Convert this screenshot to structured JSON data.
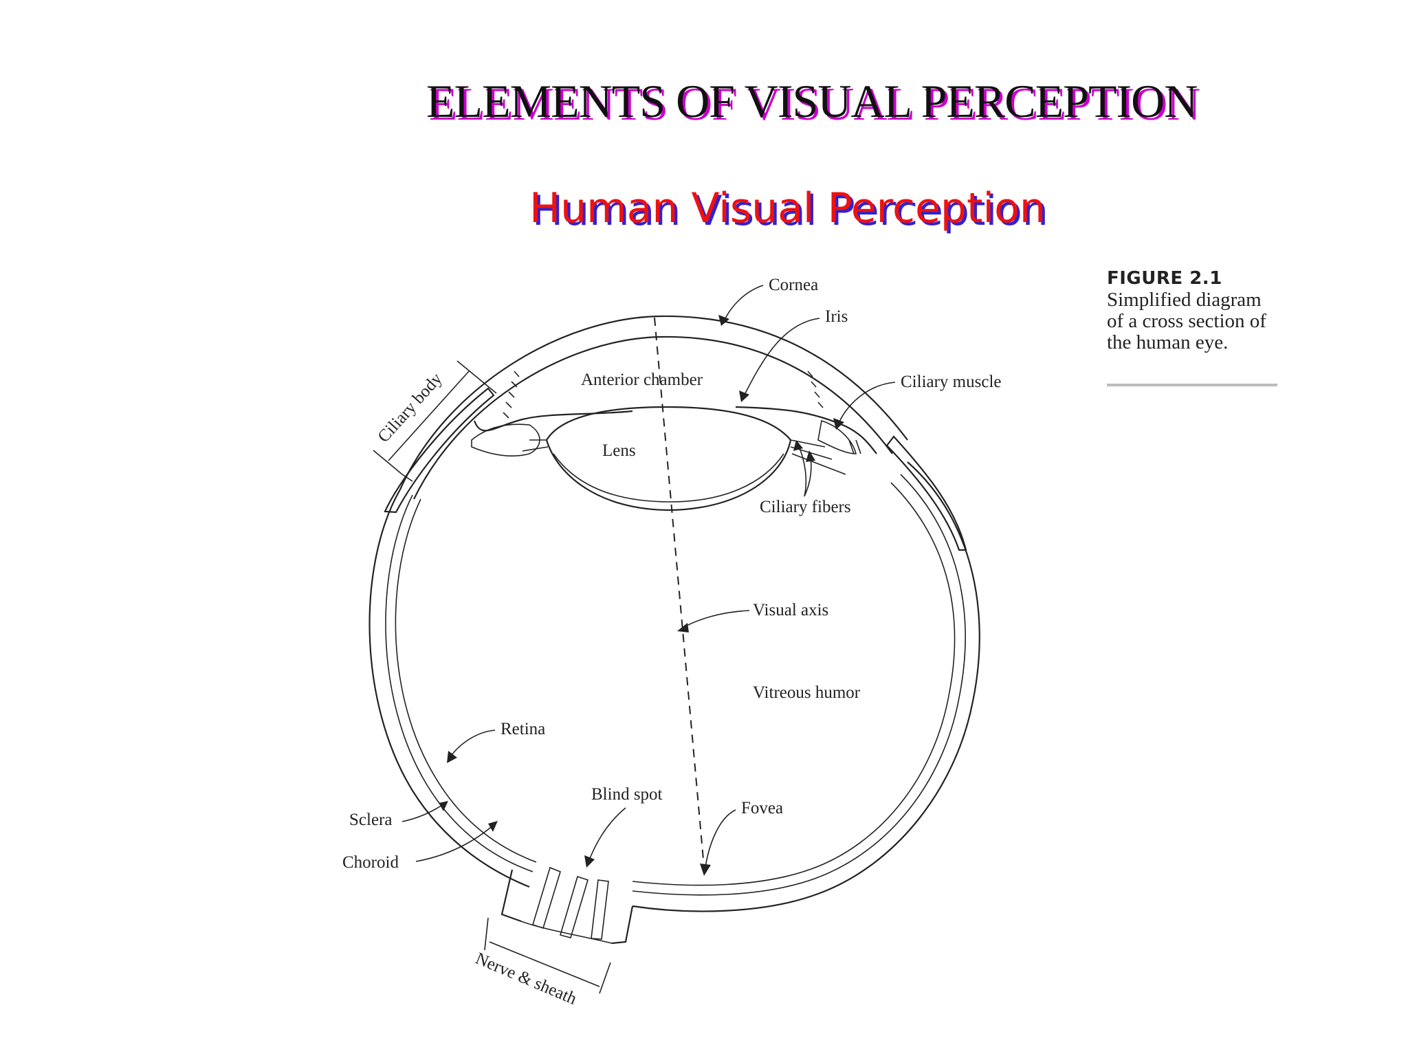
{
  "slide": {
    "title": "ELEMENTS OF VISUAL PERCEPTION",
    "subtitle": "Human Visual Perception",
    "title_color": "#111111",
    "title_shadow_color": "#cc00cc",
    "subtitle_color": "#ee1111",
    "subtitle_shadow_color": "#3322cc"
  },
  "figure": {
    "number": "FIGURE 2.1",
    "caption": "Simplified diagram of a cross section of the human eye."
  },
  "labels": {
    "cornea": "Cornea",
    "iris": "Iris",
    "ciliary_body": "Ciliary body",
    "anterior_chamber": "Anterior chamber",
    "ciliary_muscle": "Ciliary muscle",
    "lens": "Lens",
    "ciliary_fibers": "Ciliary fibers",
    "visual_axis": "Visual axis",
    "vitreous_humor": "Vitreous humor",
    "retina": "Retina",
    "blind_spot": "Blind spot",
    "fovea": "Fovea",
    "sclera": "Sclera",
    "choroid": "Choroid",
    "nerve_sheath": "Nerve & sheath"
  }
}
